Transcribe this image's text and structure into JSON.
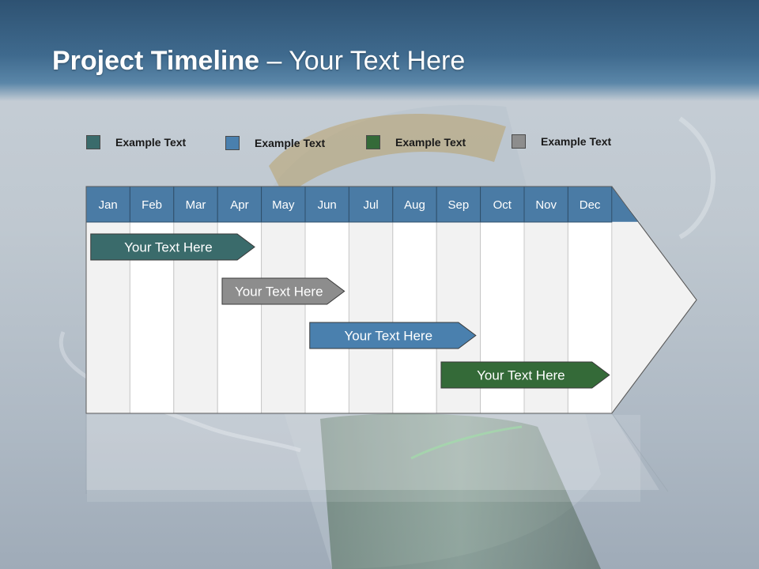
{
  "title": {
    "bold": "Project Timeline",
    "rest": " – Your Text Here"
  },
  "legend": [
    {
      "label": "Example Text",
      "color": "#3a6b6b"
    },
    {
      "label": "Example Text",
      "color": "#4a80ae"
    },
    {
      "label": "Example Text",
      "color": "#346a38"
    },
    {
      "label": "Example Text",
      "color": "#8d8d8d"
    }
  ],
  "colors": {
    "header_cell": "#4a7ba5",
    "grid_light": "#f2f2f2",
    "grid_white": "#ffffff"
  },
  "timeline": {
    "months": [
      "Jan",
      "Feb",
      "Mar",
      "Apr",
      "May",
      "Jun",
      "Jul",
      "Aug",
      "Sep",
      "Oct",
      "Nov",
      "Dec"
    ],
    "bars": [
      {
        "label": "Your  Text Here",
        "start_month": 1.05,
        "end_month": 4.9,
        "color": "#3a6b6b"
      },
      {
        "label": "Your  Text Here",
        "start_month": 4.05,
        "end_month": 6.95,
        "color": "#8d8d8d"
      },
      {
        "label": "Your  Text Here",
        "start_month": 6.05,
        "end_month": 9.95,
        "color": "#4a80ae"
      },
      {
        "label": "Your  Text Here",
        "start_month": 9.05,
        "end_month": 13.0,
        "color": "#346a38"
      }
    ]
  }
}
